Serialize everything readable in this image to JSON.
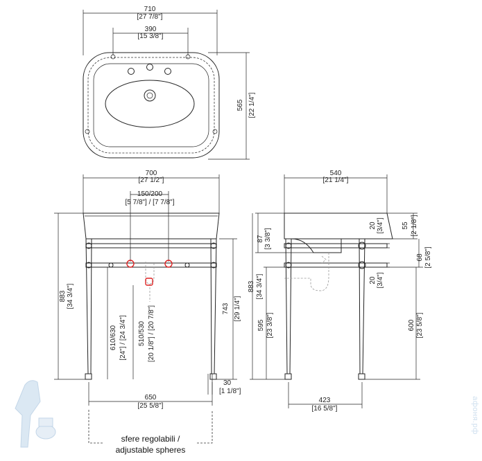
{
  "top_view": {
    "width": "710",
    "width_in": "[27 7/8\"]",
    "tap_spacing": "390",
    "tap_spacing_in": "[15 3/8\"]",
    "depth": "565",
    "depth_in": "[22 1/4\"]"
  },
  "front_view": {
    "width": "700",
    "width_in": "[27 1/2\"]",
    "fixing": "150/200",
    "fixing_in": "[5 7/8\"] / [7 7/8\"]",
    "height": "883",
    "height_in": "[34 3/4\"]",
    "upper_rail": "610/630",
    "upper_rail_in": "[24\"] / [24 3/4\"]",
    "lower_rail": "510/530",
    "lower_rail_in": "[20 1/8\"] / [20 7/8\"]",
    "rim": "743",
    "rim_in": "[29 1/4\"]",
    "foot": "30",
    "foot_in": "[1 1/8\"]",
    "leg_span": "650",
    "leg_span_in": "[25 5/8\"]"
  },
  "side_view": {
    "depth": "540",
    "depth_in": "[21 1/4\"]",
    "basin_drop": "87",
    "basin_drop_in": "[3 3/8\"]",
    "height": "883",
    "height_in": "[34 3/4\"]",
    "rail_gap": "595",
    "rail_gap_in": "[23 3/8\"]",
    "rail_top": "20",
    "rail_top_in": "[3/4\"]",
    "rail_bottom": "20",
    "rail_bottom_in": "[3/4\"]",
    "back_top": "55",
    "back_top_in": "[2 1/8\"]",
    "back_mid": "68",
    "back_mid_in": "[2 5/8\"]",
    "leg_height": "600",
    "leg_height_in": "[23 5/8\"]",
    "leg_span": "423",
    "leg_span_in": "[16 5/8\"]"
  },
  "note_line1": "sfere regolabili /",
  "note_line2": "adjustable spheres",
  "watermark": "афоня.рф"
}
